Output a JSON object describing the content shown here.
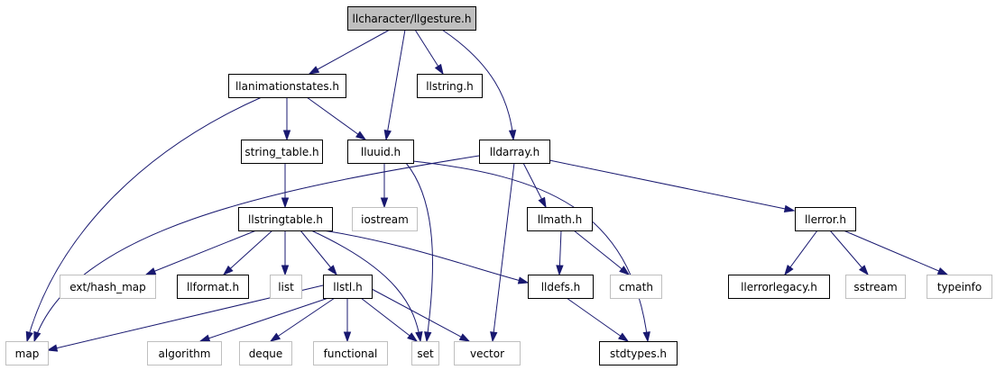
{
  "diagram": {
    "type": "include-dependency-graph",
    "nodes": [
      {
        "id": "llgesture",
        "label": "llcharacter/llgesture.h",
        "kind": "root"
      },
      {
        "id": "llanimationstates",
        "label": "llanimationstates.h",
        "kind": "local"
      },
      {
        "id": "llstring",
        "label": "llstring.h",
        "kind": "local"
      },
      {
        "id": "string_table",
        "label": "string_table.h",
        "kind": "local"
      },
      {
        "id": "lluuid",
        "label": "lluuid.h",
        "kind": "local"
      },
      {
        "id": "lldarray",
        "label": "lldarray.h",
        "kind": "local"
      },
      {
        "id": "llstringtable",
        "label": "llstringtable.h",
        "kind": "local"
      },
      {
        "id": "iostream",
        "label": "iostream",
        "kind": "system"
      },
      {
        "id": "llmath",
        "label": "llmath.h",
        "kind": "local"
      },
      {
        "id": "llerror",
        "label": "llerror.h",
        "kind": "local"
      },
      {
        "id": "hash_map",
        "label": "ext/hash_map",
        "kind": "system"
      },
      {
        "id": "llformat",
        "label": "llformat.h",
        "kind": "local"
      },
      {
        "id": "list",
        "label": "list",
        "kind": "system"
      },
      {
        "id": "llstl",
        "label": "llstl.h",
        "kind": "local"
      },
      {
        "id": "lldefs",
        "label": "lldefs.h",
        "kind": "local"
      },
      {
        "id": "cmath",
        "label": "cmath",
        "kind": "system"
      },
      {
        "id": "llerrorlegacy",
        "label": "llerrorlegacy.h",
        "kind": "local"
      },
      {
        "id": "sstream",
        "label": "sstream",
        "kind": "system"
      },
      {
        "id": "typeinfo",
        "label": "typeinfo",
        "kind": "system"
      },
      {
        "id": "map",
        "label": "map",
        "kind": "system"
      },
      {
        "id": "algorithm",
        "label": "algorithm",
        "kind": "system"
      },
      {
        "id": "deque",
        "label": "deque",
        "kind": "system"
      },
      {
        "id": "functional",
        "label": "functional",
        "kind": "system"
      },
      {
        "id": "set",
        "label": "set",
        "kind": "system"
      },
      {
        "id": "vector",
        "label": "vector",
        "kind": "system"
      },
      {
        "id": "stdtypes",
        "label": "stdtypes.h",
        "kind": "local"
      }
    ],
    "edges": [
      {
        "from": "llgesture",
        "to": "llanimationstates"
      },
      {
        "from": "llgesture",
        "to": "lluuid"
      },
      {
        "from": "llgesture",
        "to": "llstring"
      },
      {
        "from": "llgesture",
        "to": "lldarray"
      },
      {
        "from": "llanimationstates",
        "to": "map"
      },
      {
        "from": "llanimationstates",
        "to": "string_table"
      },
      {
        "from": "llanimationstates",
        "to": "lluuid"
      },
      {
        "from": "string_table",
        "to": "llstringtable"
      },
      {
        "from": "lluuid",
        "to": "iostream"
      },
      {
        "from": "lluuid",
        "to": "set"
      },
      {
        "from": "lluuid",
        "to": "stdtypes"
      },
      {
        "from": "lldarray",
        "to": "map"
      },
      {
        "from": "lldarray",
        "to": "vector"
      },
      {
        "from": "lldarray",
        "to": "llmath"
      },
      {
        "from": "lldarray",
        "to": "llerror"
      },
      {
        "from": "llstringtable",
        "to": "hash_map"
      },
      {
        "from": "llstringtable",
        "to": "llformat"
      },
      {
        "from": "llstringtable",
        "to": "list"
      },
      {
        "from": "llstringtable",
        "to": "llstl"
      },
      {
        "from": "llstringtable",
        "to": "set"
      },
      {
        "from": "llstringtable",
        "to": "lldefs"
      },
      {
        "from": "llmath",
        "to": "lldefs"
      },
      {
        "from": "llmath",
        "to": "cmath"
      },
      {
        "from": "lldefs",
        "to": "stdtypes"
      },
      {
        "from": "llerror",
        "to": "llerrorlegacy"
      },
      {
        "from": "llerror",
        "to": "sstream"
      },
      {
        "from": "llerror",
        "to": "typeinfo"
      },
      {
        "from": "llstl",
        "to": "map"
      },
      {
        "from": "llstl",
        "to": "algorithm"
      },
      {
        "from": "llstl",
        "to": "deque"
      },
      {
        "from": "llstl",
        "to": "functional"
      },
      {
        "from": "llstl",
        "to": "set"
      },
      {
        "from": "llstl",
        "to": "vector"
      }
    ]
  },
  "colors": {
    "root_fill": "#bfbfbf",
    "edge": "#191970",
    "local_border": "#000000",
    "system_border": "#bfbfbf"
  }
}
